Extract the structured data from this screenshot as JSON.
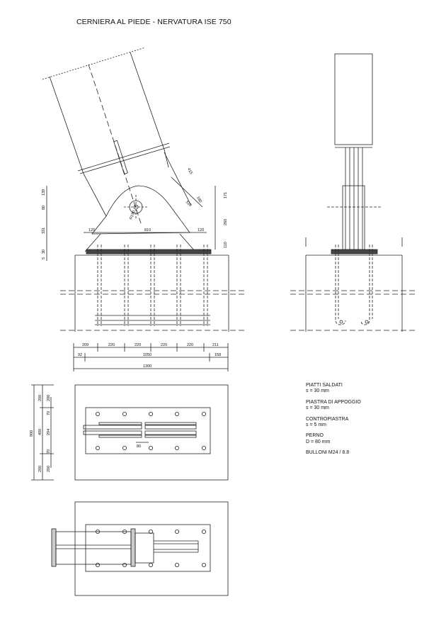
{
  "title": "CERNIERA AL PIEDE - NERVATURA ISE 750",
  "notes": [
    {
      "heading": "PIATTI SALDATI",
      "value": "s = 30 mm"
    },
    {
      "heading": "PIASTRA DI APPOGGIO",
      "value": "s = 30 mm"
    },
    {
      "heading": "CONTROPIASTRA",
      "value": "s = 5 mm"
    },
    {
      "heading": "PERNO",
      "value": "D = 80 mm"
    },
    {
      "heading": "BULLONI M24 / 8.8",
      "value": ""
    }
  ],
  "dims": {
    "h139": "139",
    "h80": "80",
    "h331": "331",
    "h30": "30",
    "h5": "5",
    "w120a": "120",
    "w120b": "120",
    "w810": "810",
    "d415": "415",
    "d180": "180",
    "d310": "310",
    "r190": "R190",
    "r171": "171",
    "r260": "260",
    "r110": "110",
    "b209": "209",
    "b220a": "220",
    "b220b": "220",
    "b220c": "220",
    "b220d": "220",
    "b211": "211",
    "b92": "92",
    "b1050": "1050",
    "b158": "158",
    "b1300": "1300",
    "p200a": "200",
    "p200b": "200",
    "p400": "400",
    "p900": "900",
    "p200c": "200",
    "p200d": "200",
    "s70a": "70",
    "s294": "294",
    "s70b": "70",
    "s80": "80"
  }
}
